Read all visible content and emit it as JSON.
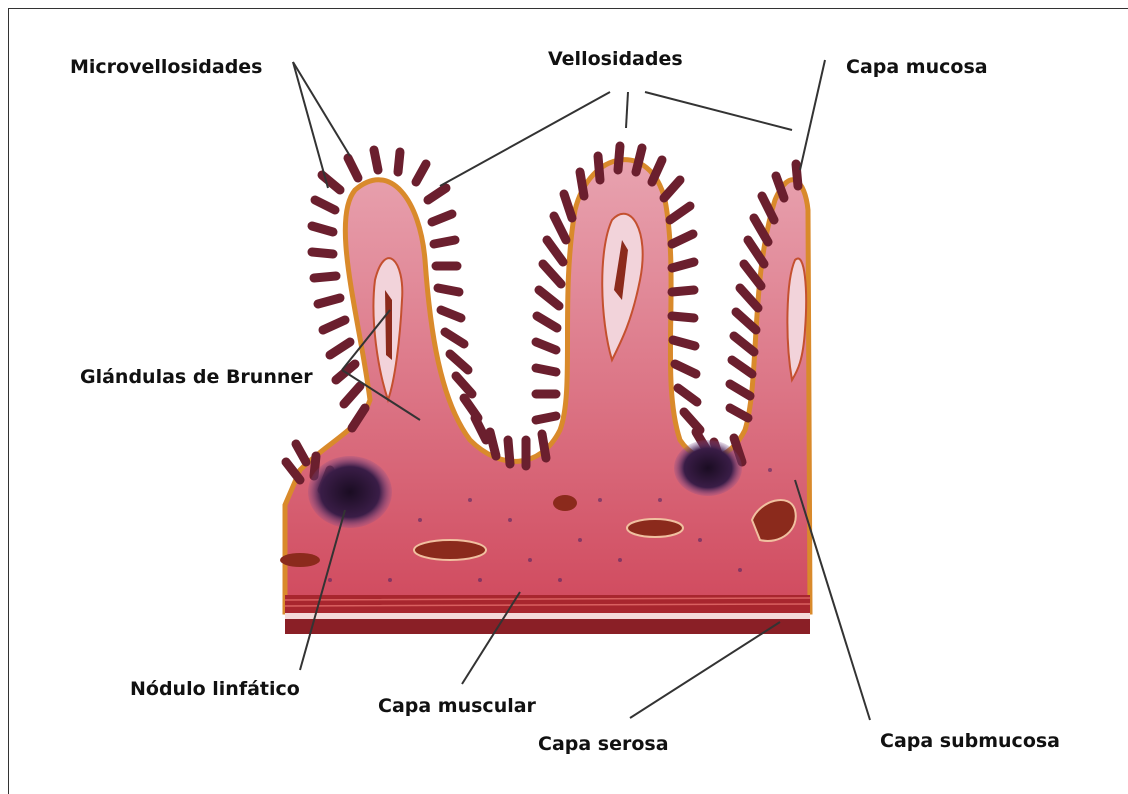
{
  "figure": {
    "labels": {
      "microvellosidades": "Microvellosidades",
      "vellosidades": "Vellosidades",
      "capa_mucosa": "Capa mucosa",
      "glandulas_brunner": "Glándulas de Brunner",
      "nodulo_linfatico": "Nódulo linfático",
      "capa_muscular": "Capa muscular",
      "capa_serosa": "Capa serosa",
      "capa_submucosa": "Capa submucosa"
    },
    "colors": {
      "tissue": "#d9667a",
      "tissue_dark": "#b23a4a",
      "border_orange": "#d98a2b",
      "microvilli": "#6b1f2e",
      "nodule": "#2a1533",
      "muscle": "#a8262e",
      "leader_line": "#333333"
    }
  }
}
